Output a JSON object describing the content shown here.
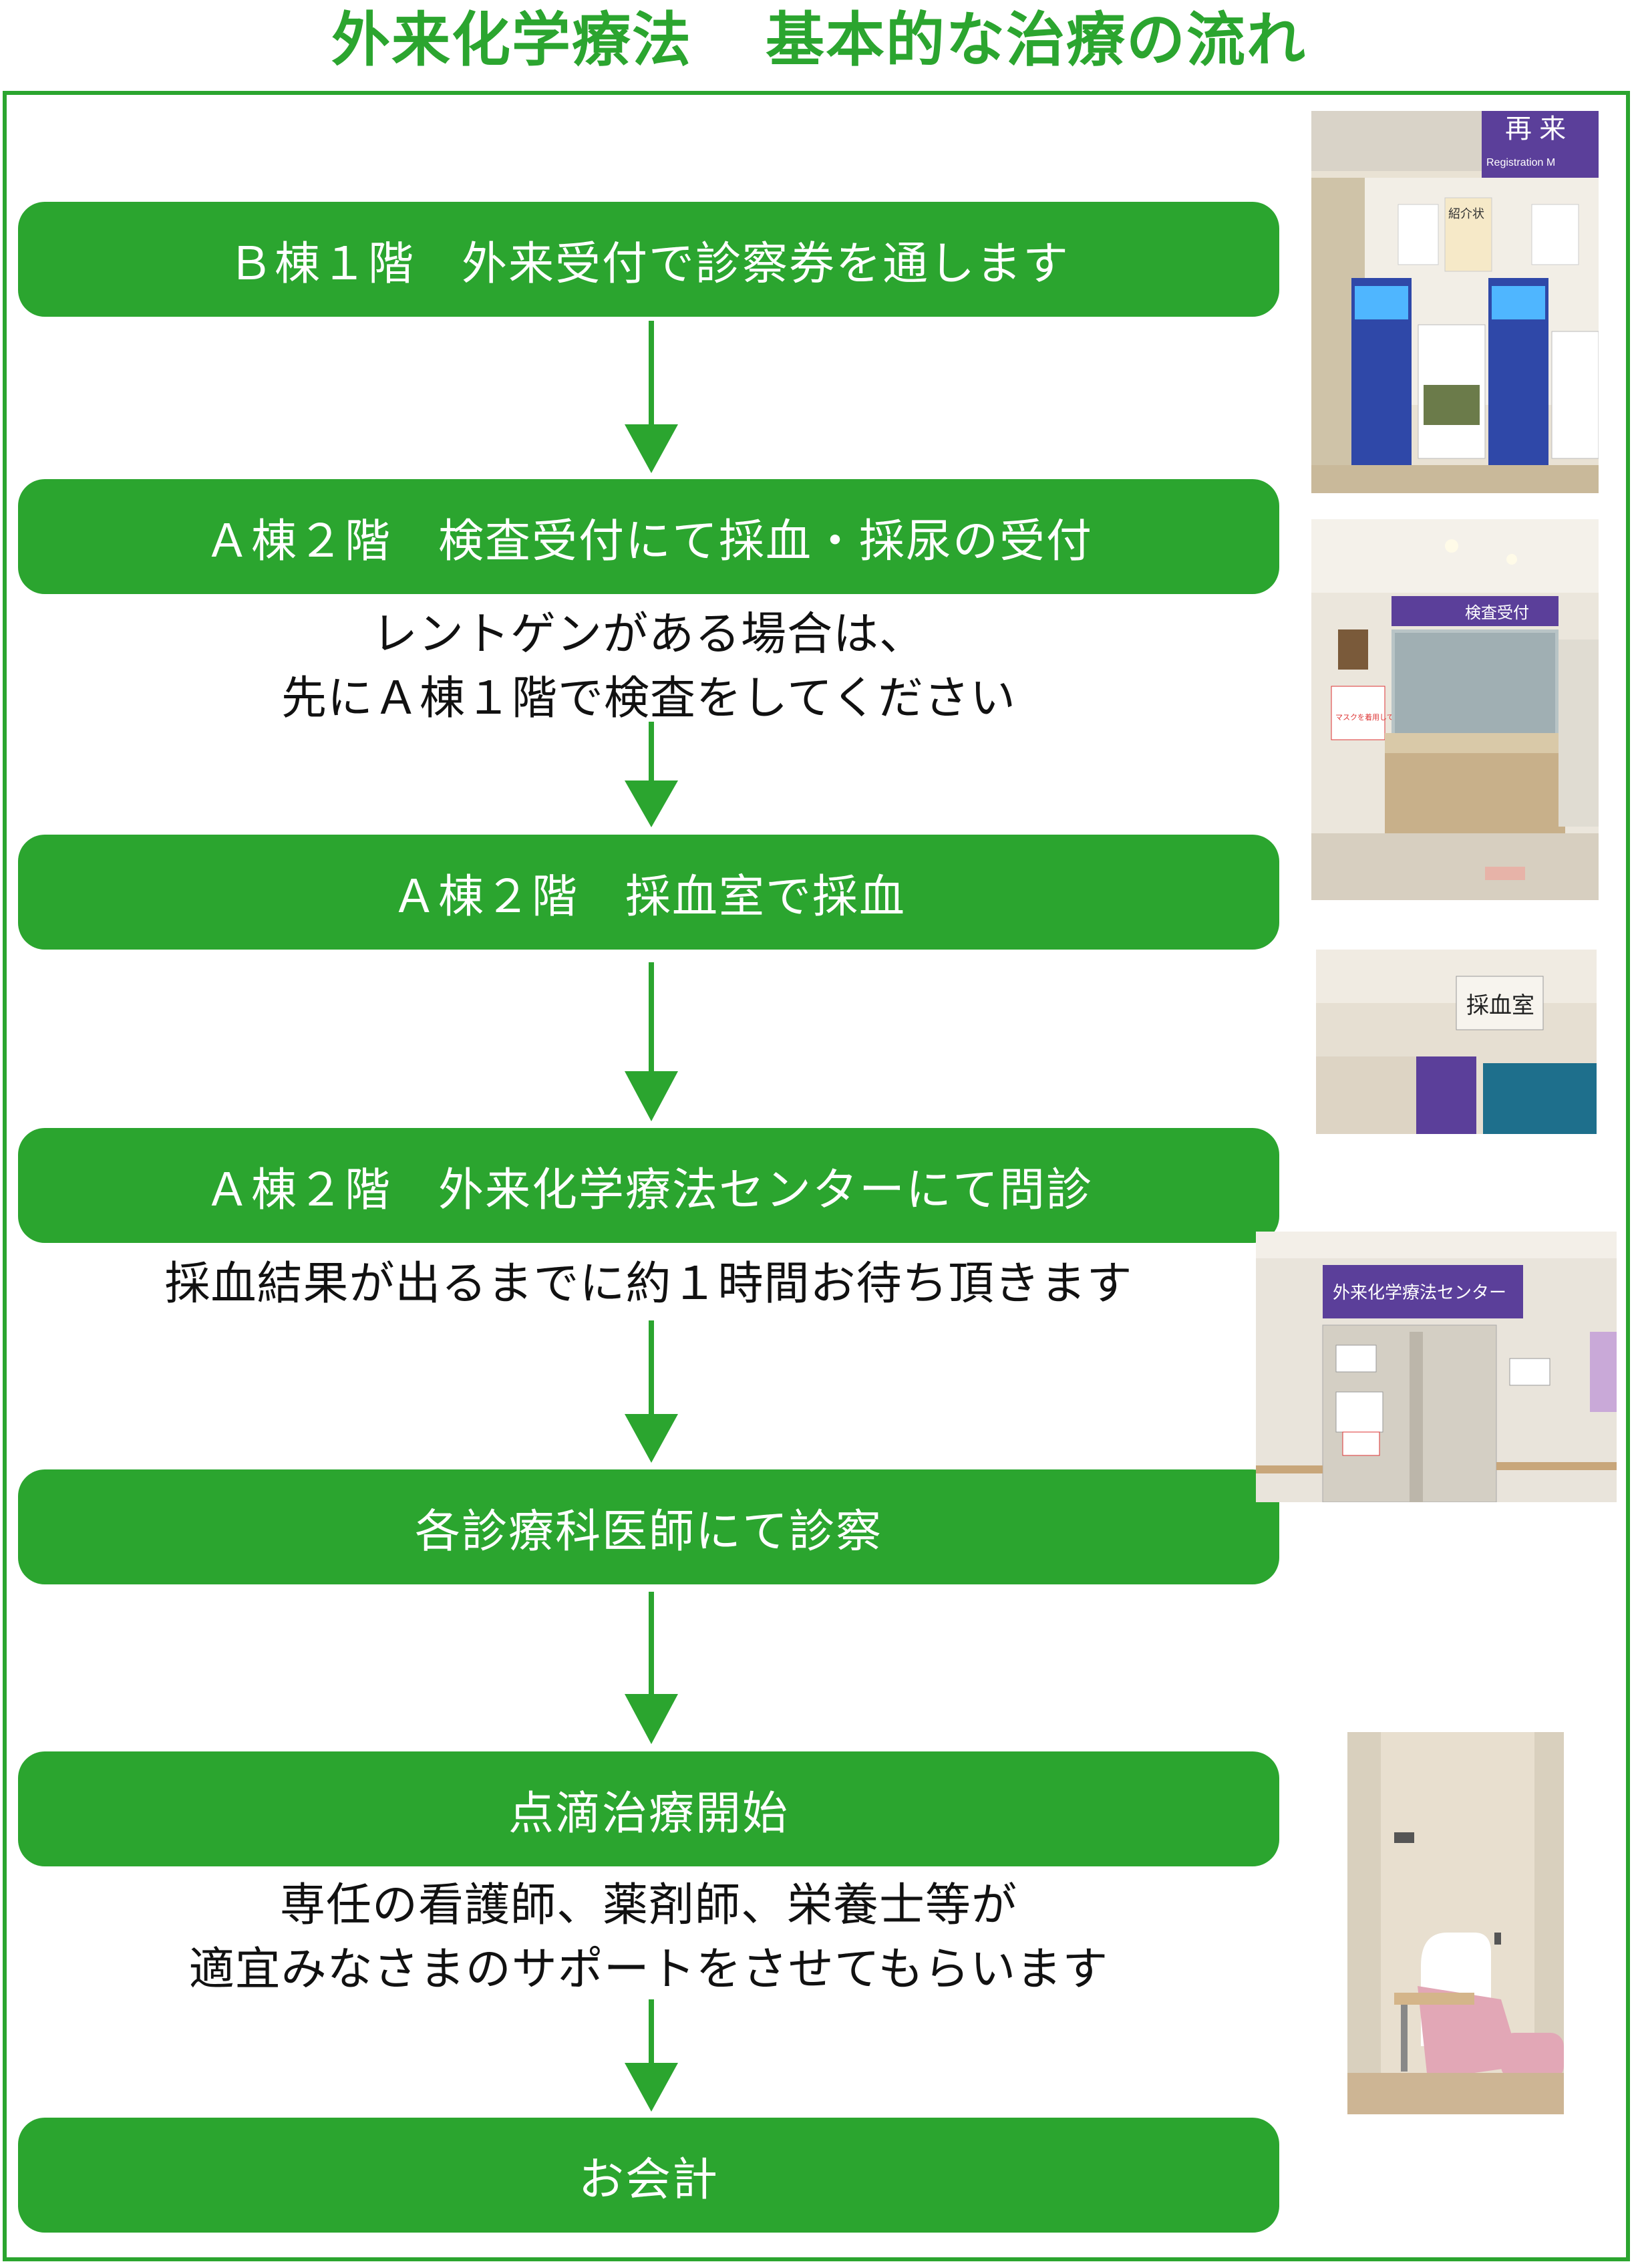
{
  "title": {
    "part1": "外来化学療法",
    "part2": "基本的な治療の流れ"
  },
  "steps": [
    {
      "label": "Ｂ棟１階　外来受付で診察券を通します"
    },
    {
      "label": "Ａ棟２階　検査受付にて採血・採尿の受付"
    },
    {
      "label": "Ａ棟２階　採血室で採血"
    },
    {
      "label": "Ａ棟２階　外来化学療法センターにて問診"
    },
    {
      "label": "各診療科医師にて診察"
    },
    {
      "label": "点滴治療開始"
    },
    {
      "label": "お会計"
    }
  ],
  "notes": {
    "xray": [
      "レントゲンがある場合は、",
      "先にＡ棟１階で検査をしてください"
    ],
    "wait": [
      "採血結果が出るまでに約１時間お待ち頂きます"
    ],
    "support": [
      "専任の看護師、薬剤師、栄養士等が",
      "適宜みなさまのサポートをさせてもらいます"
    ]
  },
  "photos": {
    "reception": {
      "sign_top": "再 来",
      "sign_sub": "Registration M",
      "card": "紹介状"
    },
    "lab_reception": {
      "sign": "検査受付",
      "poster": "マスクを着用して下さい"
    },
    "blood_room": {
      "sign": "採血室"
    },
    "chemo_center": {
      "sign": "外来化学療法センター"
    },
    "treatment_room": {}
  },
  "colors": {
    "brand_green": "#2ba52f",
    "text": "#111111",
    "sign_purple": "#5b3f9a"
  }
}
